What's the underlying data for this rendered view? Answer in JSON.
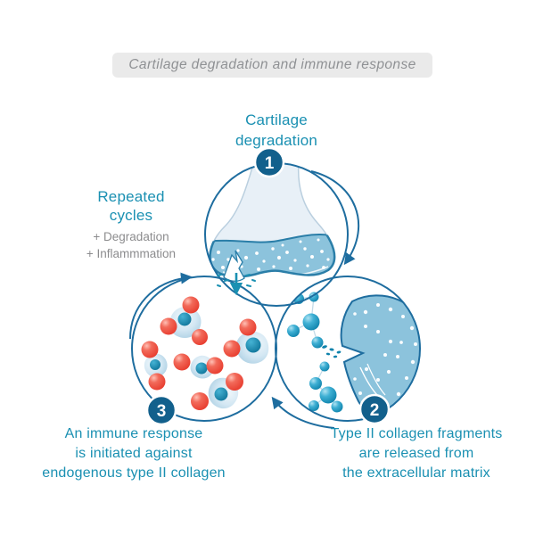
{
  "banner": {
    "title": "Cartilage degradation and immune response"
  },
  "steps": [
    {
      "number": "1",
      "caption_lines": [
        "Cartilage",
        "degradation"
      ]
    },
    {
      "number": "2",
      "caption_lines": [
        "Type II collagen fragments",
        "are released from",
        "the extracellular matrix"
      ]
    },
    {
      "number": "3",
      "caption_lines": [
        "An immune response",
        "is initiated against",
        "endogenous type II collagen"
      ]
    }
  ],
  "repeated_cycles": {
    "heading_lines": [
      "Repeated",
      "cycles"
    ],
    "bullets": [
      "+ Degradation",
      "+ Inflammmation"
    ]
  },
  "icons": [
    "joint-cartilage-icon",
    "collagen-fragments-icon",
    "immune-response-icon",
    "cycle-arrow-icon",
    "release-arrow-icon"
  ],
  "colors": {
    "teal": "#1a90b2",
    "outline": "#1e6d9f",
    "badge": "#12608c",
    "band": "#8cc3dc",
    "bandDark": "#2a7ea8",
    "boneLight": "#e8f0f7",
    "boneStroke": "#bacfdf",
    "red": "#ee4437",
    "cellBlue": "#cfe4f1",
    "grayText": "#8c8c8e",
    "bannerBg": "#eaeaea",
    "bannerText": "#8f9194"
  }
}
